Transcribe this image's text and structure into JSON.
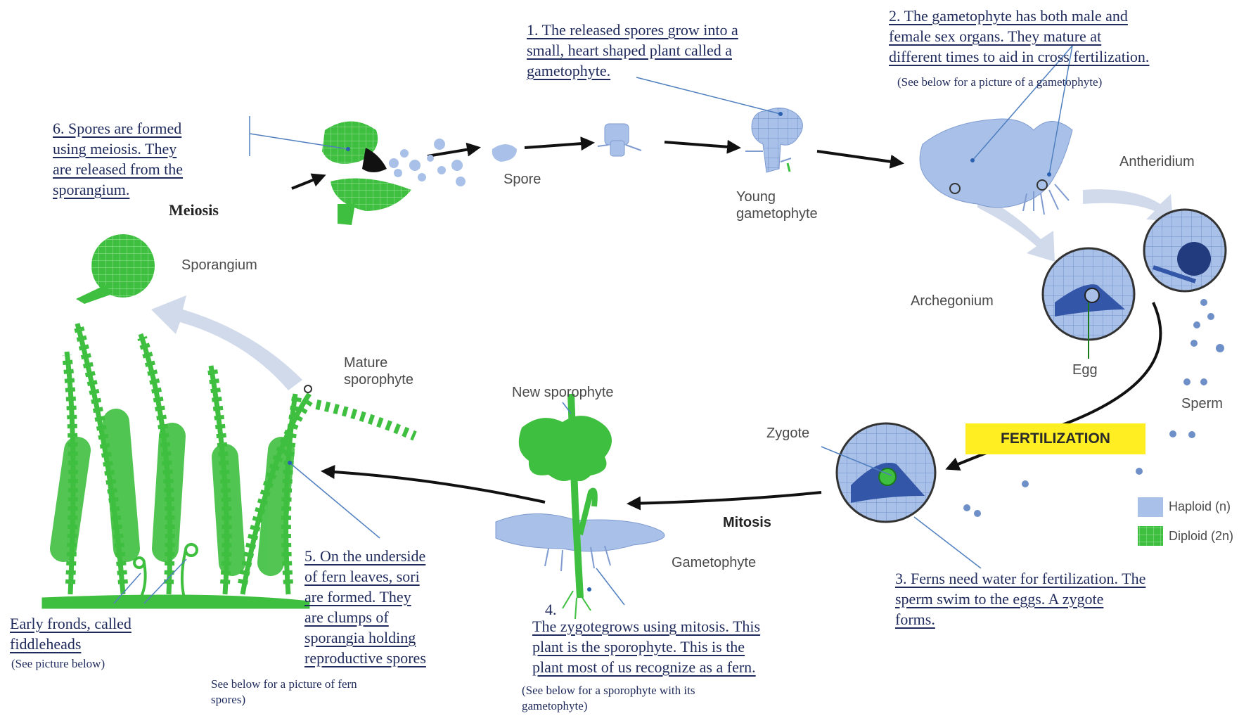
{
  "notes": {
    "step1": [
      "1. The released spores grow into a",
      "small, heart shaped plant called a",
      "gametophyte."
    ],
    "step2": [
      "2. The gametophyte has both male and",
      "female sex organs. They mature at",
      "different times to aid in cross fertilization."
    ],
    "step2_see": "(See below for a picture of a gametophyte)",
    "step3": [
      "3. Ferns need water for fertilization. The",
      "sperm swim to the eggs. A zygote",
      "forms."
    ],
    "step4_num": "4.",
    "step4": [
      "The zygotegrows using mitosis. This",
      "plant is the sporophyte. This is the",
      "plant most of us recognize as a fern."
    ],
    "step4_see": [
      "(See below for a sporophyte with its",
      "gametophyte)"
    ],
    "step5": [
      "5. On the underside",
      "of fern leaves, sori",
      "are formed. They",
      "are clumps of",
      "sporangia holding",
      "reproductive spores"
    ],
    "step5_see": [
      "See below for a picture of fern",
      "spores)"
    ],
    "step6": [
      "6. Spores are formed",
      "using meiosis. They",
      "are released from the",
      "sporangium."
    ],
    "fiddle": [
      "Early fronds, called",
      "fiddleheads"
    ],
    "fiddle_see": "(See picture below)"
  },
  "labels": {
    "meiosis": "Meiosis",
    "spore": "Spore",
    "young_gametophyte": [
      "Young",
      "gametophyte"
    ],
    "antheridium": "Antheridium",
    "archegonium": "Archegonium",
    "egg": "Egg",
    "sperm": "Sperm",
    "fertilization": "FERTILIZATION",
    "zygote": "Zygote",
    "mitosis": "Mitosis",
    "gametophyte": "Gametophyte",
    "new_sporophyte": "New sporophyte",
    "mature_sporophyte": [
      "Mature",
      "sporophyte"
    ],
    "sporangium": "Sporangium"
  },
  "legend": {
    "haploid": "Haploid (n)",
    "diploid": "Diploid (2n)"
  },
  "colors": {
    "haploid": "#a9c1e8",
    "diploid": "#3fbf3f",
    "text": "#1f2a5c",
    "fertilization_bg": "#ffee22"
  }
}
